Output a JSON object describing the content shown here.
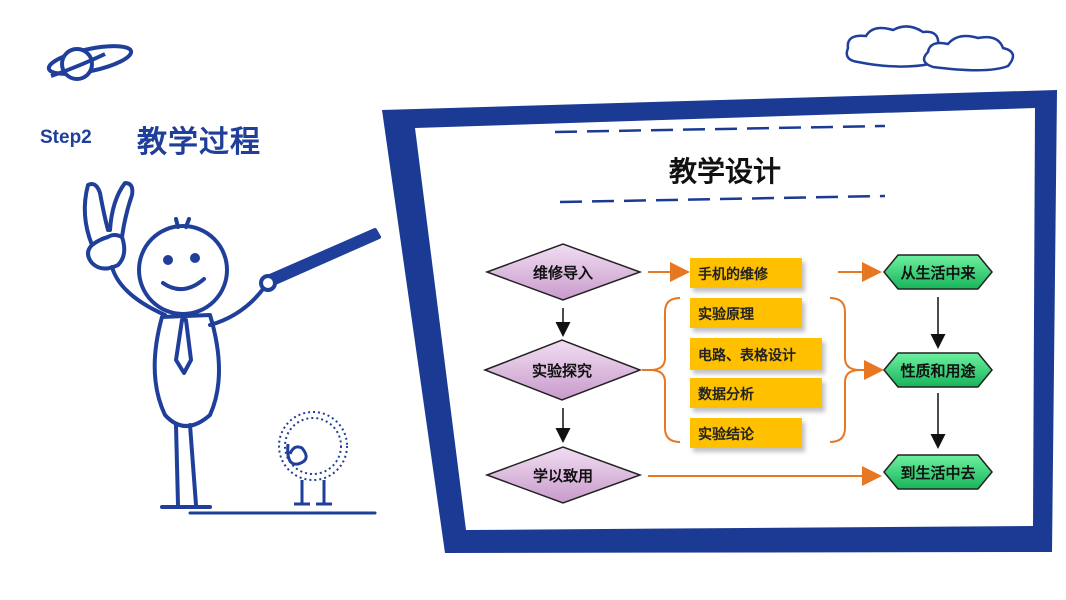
{
  "header": {
    "step": "Step2",
    "title": "教学过程"
  },
  "board": {
    "title": "教学设计",
    "stages": [
      "维修导入",
      "实验探究",
      "学以致用"
    ],
    "activities": [
      "手机的维修",
      "实验原理",
      "电路、表格设计",
      "数据分析",
      "实验结论"
    ],
    "outcomes": [
      "从生活中来",
      "性质和用途",
      "到生活中去"
    ]
  },
  "colors": {
    "brand_blue": "#1f3f9a",
    "frame_blue": "#1a3a93",
    "diamond": "#d9b6dc",
    "yellow_box": "#ffc000",
    "hexagon": "#2ecc71",
    "arrow": "#e87722"
  },
  "icons": [
    "planet-doodle-icon",
    "cloud-icon",
    "stickman-teacher-illustration",
    "fluffy-creature-icon"
  ]
}
